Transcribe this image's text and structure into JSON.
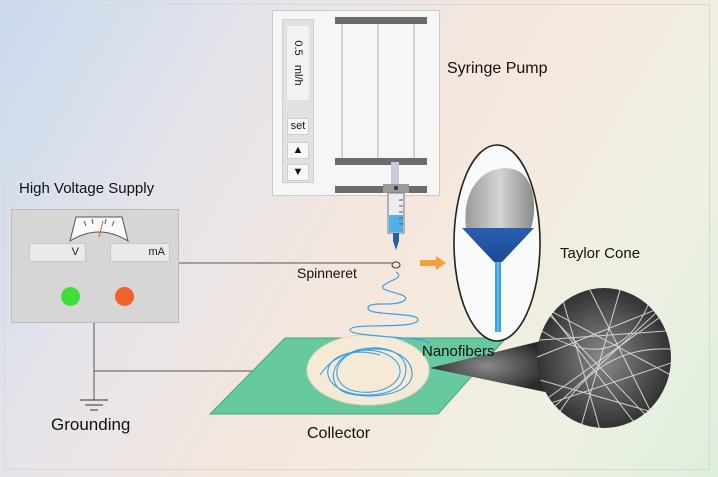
{
  "labels": {
    "syringe_pump": "Syringe Pump",
    "high_voltage_supply": "High Voltage Supply",
    "taylor_cone": "Taylor Cone",
    "spinneret": "Spinneret",
    "nanofibers": "Nanofibers",
    "grounding": "Grounding",
    "collector": "Collector"
  },
  "pump": {
    "flow_rate": "0.5",
    "unit": "ml/h",
    "set_label": "set",
    "up_label": "▲",
    "down_label": "▼"
  },
  "hv_supply": {
    "voltage_unit": "V",
    "current_unit": "mA"
  },
  "colors": {
    "collector": "#66c9a0",
    "fiber": "#3aa0e6",
    "solution": "#1f5fb0",
    "indicator_green": "#3fde3a",
    "indicator_red": "#f0622a",
    "arrow": "#f4a03a"
  }
}
